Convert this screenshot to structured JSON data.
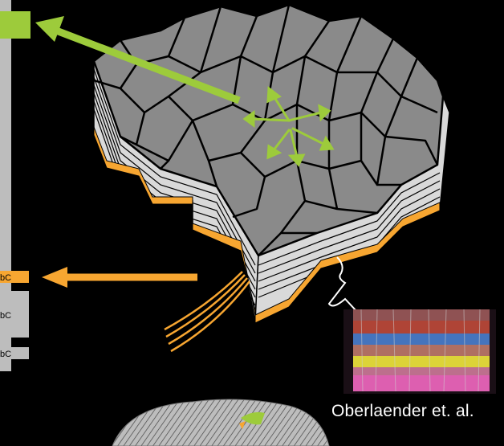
{
  "side_bar": {
    "labels": [
      "bC",
      "bC",
      "bC"
    ]
  },
  "credit": "Oberlaender et. al.",
  "colors": {
    "background": "#000000",
    "bar_gray": "#bdbdbd",
    "green_accent": "#9dcb3b",
    "orange_accent": "#f7a631",
    "column_top": "#8a8a8a",
    "column_border": "#000000",
    "layer_face": "#d9d9d9"
  },
  "icons": [
    "green-arrow-icon",
    "orange-arrow-icon",
    "diverging-arrows-icon",
    "cortex-icon"
  ]
}
